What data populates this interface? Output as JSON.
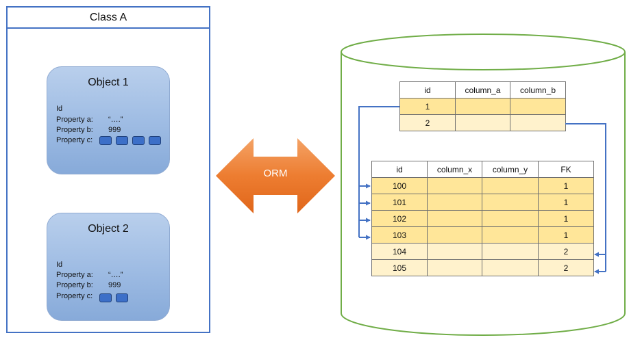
{
  "class_box": {
    "title": "Class A"
  },
  "objects": [
    {
      "title": "Object 1",
      "id_label": "Id",
      "property_a_label": "Property a:",
      "property_a_value": "“….”",
      "property_b_label": "Property b:",
      "property_b_value": "999",
      "property_c_label": "Property c:",
      "property_c_count": 4
    },
    {
      "title": "Object 2",
      "id_label": "Id",
      "property_a_label": "Property a:",
      "property_a_value": "“….”",
      "property_b_label": "Property b:",
      "property_b_value": "999",
      "property_c_label": "Property c:",
      "property_c_count": 2
    }
  ],
  "orm": {
    "label": "ORM"
  },
  "colors": {
    "class_border": "#4472c4",
    "object_fill": "#9dbbe3",
    "chip_fill": "#3c6fc8",
    "orm_arrow": "#ed7d31",
    "cylinder_border": "#70ad47",
    "connector": "#4472c4",
    "row_dark": "#ffe699",
    "row_light": "#fff2cc"
  },
  "parent_table": {
    "headers": [
      "id",
      "column_a",
      "column_b"
    ],
    "rows": [
      {
        "id": "1",
        "column_a": "",
        "column_b": ""
      },
      {
        "id": "2",
        "column_a": "",
        "column_b": ""
      }
    ]
  },
  "child_table": {
    "headers": [
      "id",
      "column_x",
      "column_y",
      "FK"
    ],
    "rows": [
      {
        "id": "100",
        "column_x": "",
        "column_y": "",
        "fk": "1"
      },
      {
        "id": "101",
        "column_x": "",
        "column_y": "",
        "fk": "1"
      },
      {
        "id": "102",
        "column_x": "",
        "column_y": "",
        "fk": "1"
      },
      {
        "id": "103",
        "column_x": "",
        "column_y": "",
        "fk": "1"
      },
      {
        "id": "104",
        "column_x": "",
        "column_y": "",
        "fk": "2"
      },
      {
        "id": "105",
        "column_x": "",
        "column_y": "",
        "fk": "2"
      }
    ]
  }
}
